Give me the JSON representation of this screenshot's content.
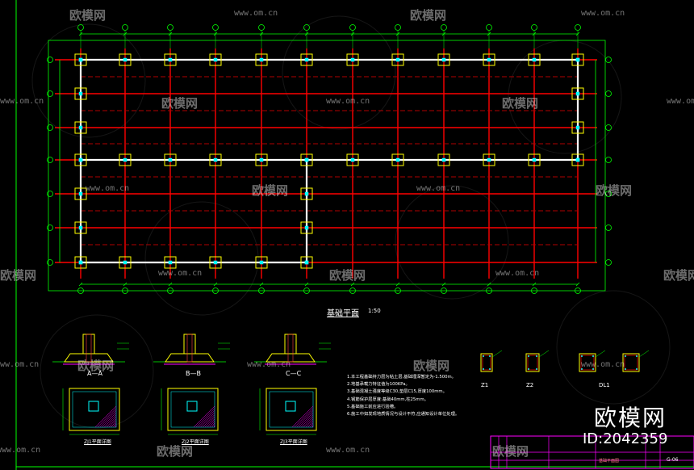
{
  "drawing": {
    "plan_title": "基础平面",
    "plan_scale": "1:50",
    "section_labels": [
      "A—A",
      "B—B",
      "C—C"
    ],
    "plan_labels": [
      "ZJ1平面详图",
      "ZJ2平面详图",
      "ZJ3平面详图"
    ],
    "column_labels": [
      "Z1",
      "Z2",
      "DL1"
    ],
    "notes": [
      "1.本工程基础持力层为粘土层,基础埋深暂定为-1.500m。",
      "2.地基承载力特征值为100KPa。",
      "3.基础混凝土强度等级C30,垫层C15,厚度100mm。",
      "4.钢筋保护层厚度:基础40mm,柱25mm。",
      "5.基础施工前应进行验槽。",
      "6.施工中如发现地质情况与设计不符,应通知设计单位处理。"
    ],
    "title_block": {
      "drawing_name": "基础平面图",
      "code": "G-06"
    }
  },
  "watermarks": {
    "brand": "欧模网",
    "url": "www.om.cn"
  },
  "badge": {
    "name": "欧模网",
    "id": "ID:2042359"
  },
  "colors": {
    "background": "#000000",
    "frame": "#00ff00",
    "axis_line": "#ff0000",
    "beam": "#ffffff",
    "footing": "#ffff00",
    "column_mark": "#00ffff",
    "dimension": "#00ff00",
    "hatch": "#ff00ff",
    "title_block": "#ff00ff"
  }
}
